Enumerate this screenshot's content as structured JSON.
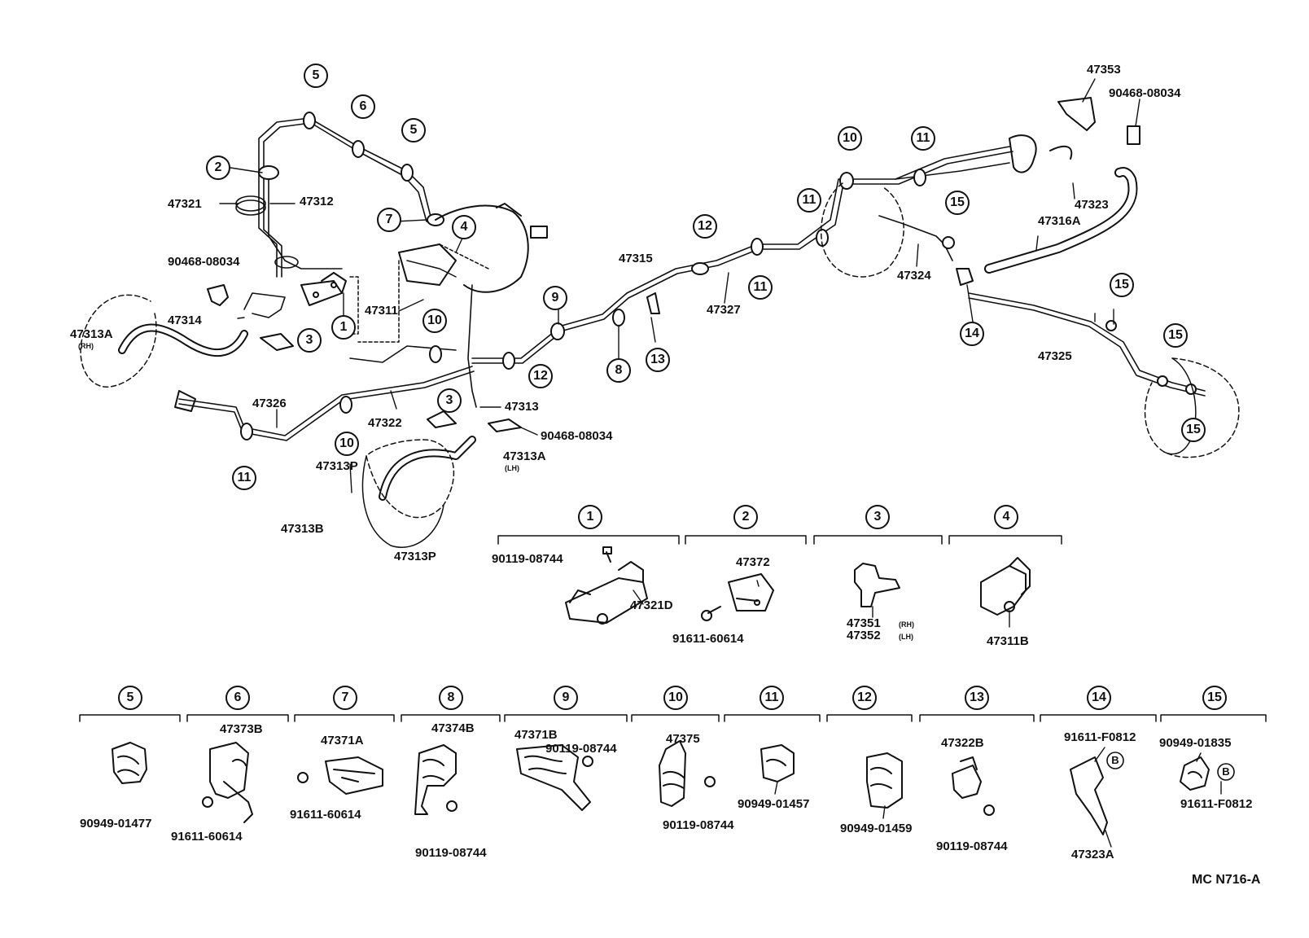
{
  "diagram_code": "MC N716-A",
  "bolt_marker": "B",
  "labels": {
    "p47353": "47353",
    "p9046808034_a": "90468-08034",
    "p47321": "47321",
    "p47312": "47312",
    "p9046808034_b": "90468-08034",
    "p47314": "47314",
    "p47313A_rh": "47313A",
    "rh_a": "(RH)",
    "p47311": "47311",
    "p47315": "47315",
    "p47327": "47327",
    "p47324": "47324",
    "p47323": "47323",
    "p47316A": "47316A",
    "p47325": "47325",
    "p47326": "47326",
    "p47322": "47322",
    "p47313": "47313",
    "p9046808034_c": "90468-08034",
    "p47313A_lh": "47313A",
    "lh_a": "(LH)",
    "p47313P_a": "47313P",
    "p47313B": "47313B",
    "p47313P_b": "47313P",
    "p9011908744_1": "90119-08744",
    "p47321D": "47321D",
    "p47372": "47372",
    "p9161160614_2": "91611-60614",
    "p47351": "47351",
    "rh_b": "(RH)",
    "p47352": "47352",
    "lh_b": "(LH)",
    "p47311B": "47311B",
    "p9094901477": "90949-01477",
    "p47373B": "47373B",
    "p9161160614_6": "91611-60614",
    "p47371A": "47371A",
    "p9161160614_7": "91611-60614",
    "p47374B": "47374B",
    "p9011908744_8": "90119-08744",
    "p47371B": "47371B",
    "p9011908744_9": "90119-08744",
    "p47375": "47375",
    "p9011908744_10": "90119-08744",
    "p9094901457": "90949-01457",
    "p9094901459": "90949-01459",
    "p47322B": "47322B",
    "p9011908744_13": "90119-08744",
    "p91611F0812_a": "91611-F0812",
    "p47323A": "47323A",
    "p9094901835": "90949-01835",
    "p91611F0812_b": "91611-F0812"
  },
  "callouts": {
    "c5a": "5",
    "c6a": "6",
    "c5b": "5",
    "c2a": "2",
    "c7a": "7",
    "c4a": "4",
    "c1a": "1",
    "c3a": "3",
    "c9a": "9",
    "c10a": "10",
    "c12a": "12",
    "c8a": "8",
    "c13a": "13",
    "c12b": "12",
    "c11a": "11",
    "c11b": "11",
    "c10b": "10",
    "c11c": "11",
    "c3b": "3",
    "c11d": "11",
    "c10c": "10",
    "c15a": "15",
    "c14a": "14",
    "c15b": "15",
    "c15c": "15",
    "c15d": "15"
  },
  "groups": [
    {
      "num": "1"
    },
    {
      "num": "2"
    },
    {
      "num": "3"
    },
    {
      "num": "4"
    },
    {
      "num": "5"
    },
    {
      "num": "6"
    },
    {
      "num": "7"
    },
    {
      "num": "8"
    },
    {
      "num": "9"
    },
    {
      "num": "10"
    },
    {
      "num": "11"
    },
    {
      "num": "12"
    },
    {
      "num": "13"
    },
    {
      "num": "14"
    },
    {
      "num": "15"
    }
  ]
}
